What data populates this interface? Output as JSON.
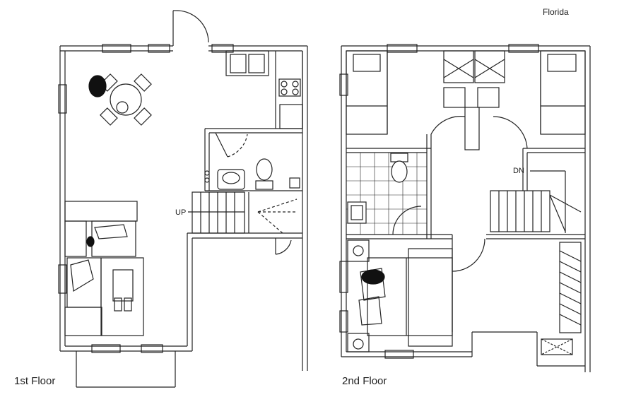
{
  "labels": {
    "title": "Florida",
    "floor1": "1st Floor",
    "floor2": "2nd Floor",
    "stair_up": "UP",
    "stair_down": "DN"
  }
}
